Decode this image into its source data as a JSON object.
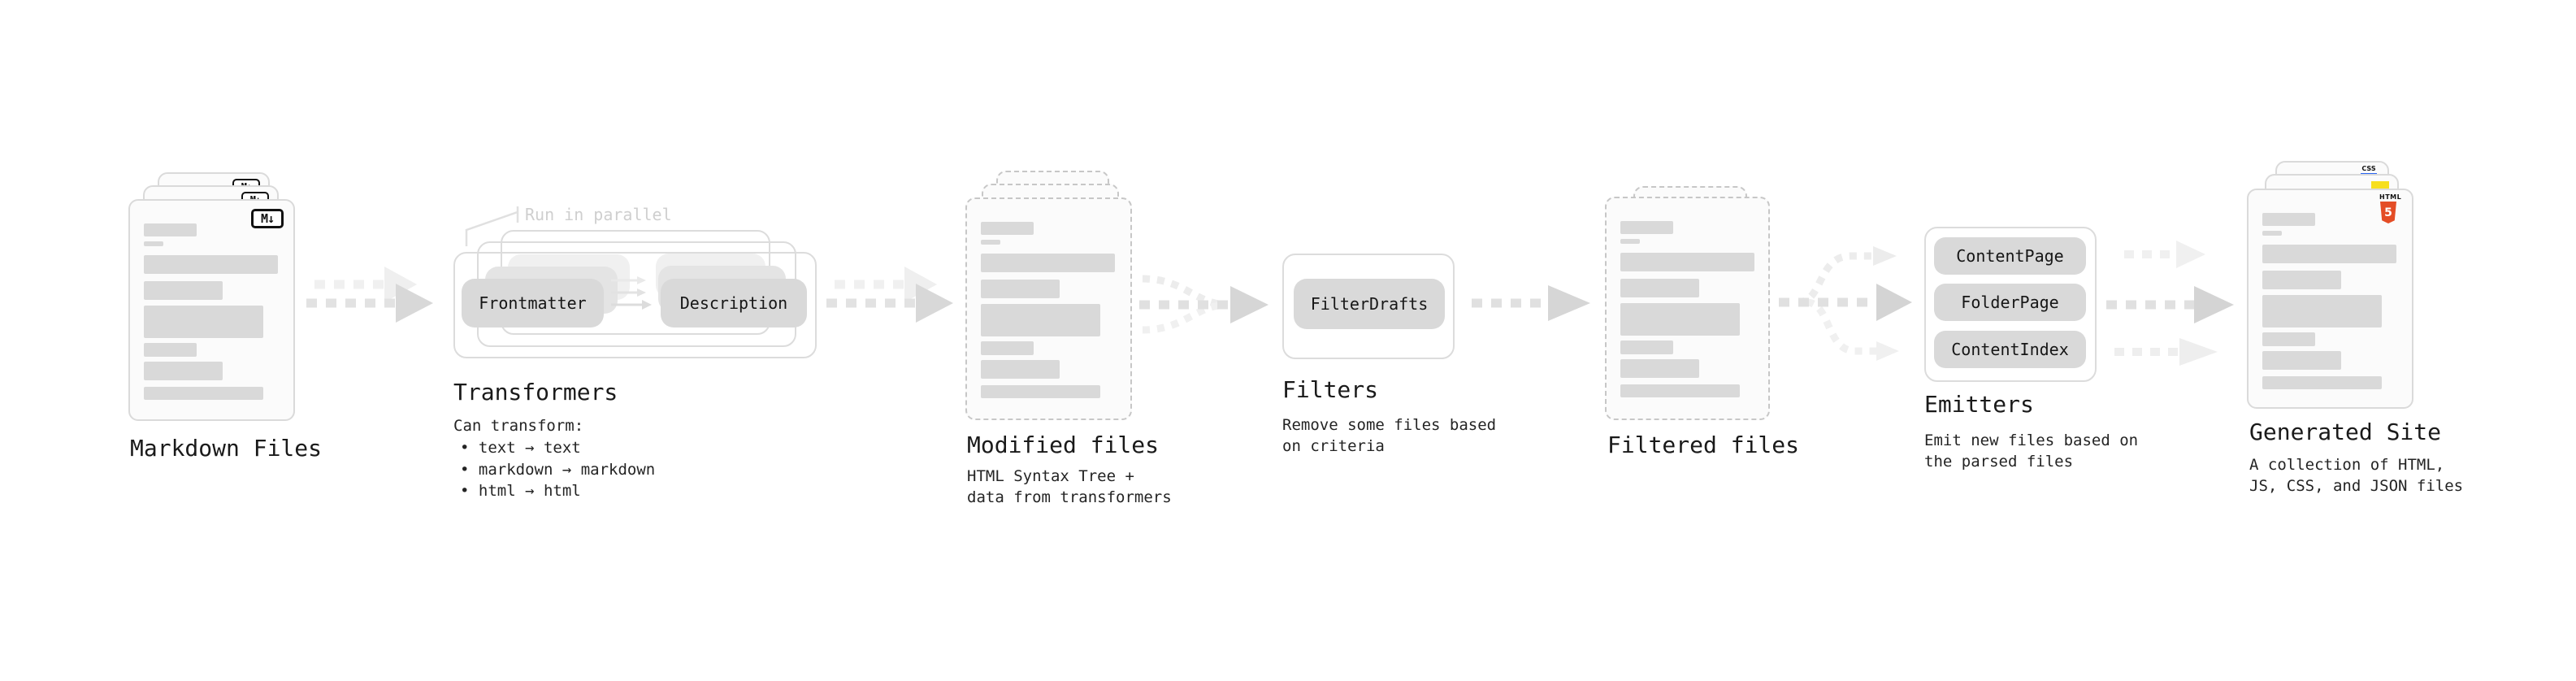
{
  "flow": [
    "Markdown Files",
    "Transformers",
    "Modified files",
    "Filters",
    "Filtered files",
    "Emitters",
    "Generated Site"
  ],
  "stages": {
    "markdown": {
      "label": "Markdown Files"
    },
    "transformers": {
      "label": "Transformers",
      "parallel_note": "Run in parallel",
      "chips": [
        "Frontmatter",
        "Description"
      ],
      "note_title": "Can transform:",
      "bullets": [
        "• text → text",
        "• markdown → markdown",
        "• html → html"
      ]
    },
    "modified": {
      "label": "Modified files",
      "desc": [
        "HTML Syntax Tree +",
        "data from transformers"
      ]
    },
    "filters": {
      "label": "Filters",
      "chips": [
        "FilterDrafts"
      ],
      "desc": [
        "Remove some files based",
        "on criteria"
      ]
    },
    "filtered": {
      "label": "Filtered files"
    },
    "emitters": {
      "label": "Emitters",
      "chips": [
        "ContentPage",
        "FolderPage",
        "ContentIndex"
      ],
      "desc": [
        "Emit new files based on",
        "the parsed files"
      ]
    },
    "generated": {
      "label": "Generated Site",
      "desc": [
        "A collection of HTML,",
        "JS, CSS, and JSON files"
      ]
    }
  },
  "badges": {
    "markdown": "M↓",
    "css": "CSS",
    "html_word": "HTML",
    "html5_number": "5"
  },
  "colors": {
    "html5_orange": "#e44d26",
    "js_yellow": "#f7df1e",
    "css_blue": "#2965f1"
  }
}
